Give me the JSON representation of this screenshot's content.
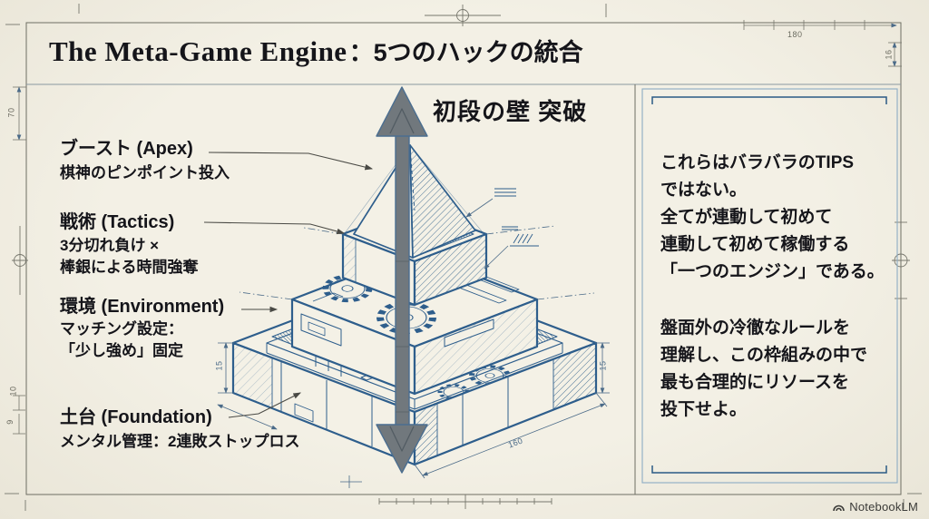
{
  "header": {
    "title_en": "The Meta-Game Engine",
    "title_ja": "：5つのハックの統合"
  },
  "diagram": {
    "arrow_label": "初段の壁 突破",
    "layers": [
      {
        "label": "ブースト (Apex)",
        "desc": "棋神のピンポイント投入"
      },
      {
        "label": "戦術 (Tactics)",
        "desc": "3分切れ負け ×\n棒銀による時間強奪"
      },
      {
        "label": "環境 (Environment)",
        "desc": "マッチング設定：\n「少し強め」固定"
      },
      {
        "label": "土台 (Foundation)",
        "desc": "メンタル管理：2連敗ストップロス"
      }
    ],
    "dimensions": {
      "left_height": "15",
      "right_height": "15",
      "base_width": "160"
    }
  },
  "sheet_marks": {
    "top_width": "180",
    "top_right_height": "16",
    "left_height": "70",
    "bottom_left_a": "10",
    "bottom_left_b": "9"
  },
  "side_panel": {
    "para1": "これらはバラバラのTIPS\nではない。\n全てが連動して初めて\n連動して初めて稼働する\n「一つのエンジン」である。",
    "para2": "盤面外の冷徹なルールを\n理解し、この枠組みの中で\n最も合理的にリソースを\n投下せよ。"
  },
  "footer": {
    "brand": "NotebookLM"
  },
  "colors": {
    "background": "#f1eee3",
    "ink_blue": "#2e5e8c",
    "arrow_gray": "#71787d",
    "frame_gray": "#6e6e63",
    "text": "#15151a"
  }
}
